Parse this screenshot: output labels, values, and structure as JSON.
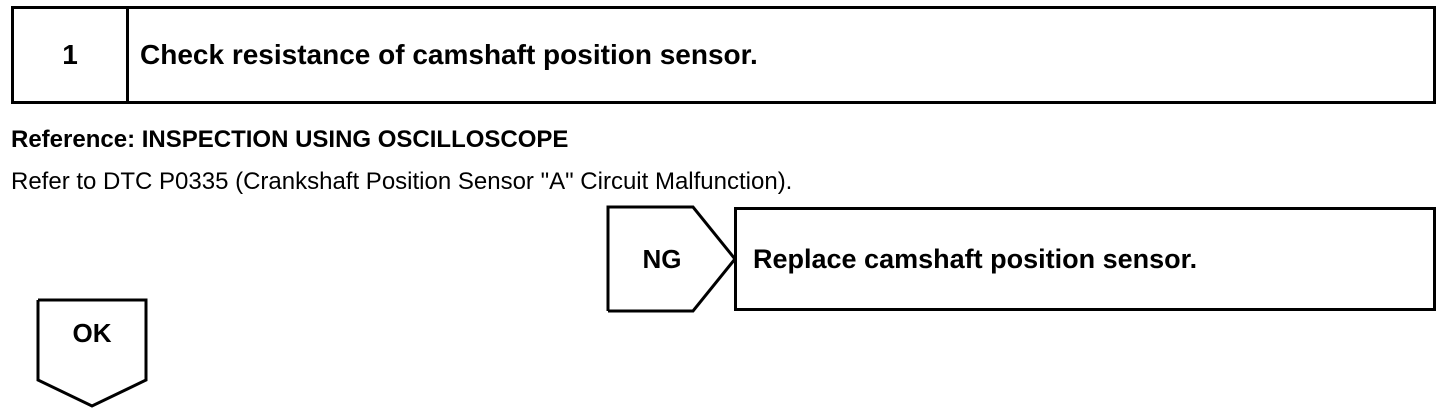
{
  "step": {
    "number": "1",
    "title": "Check resistance of camshaft position sensor."
  },
  "reference": {
    "heading": "Reference: INSPECTION USING OSCILLOSCOPE",
    "text": "Refer to DTC P0335 (Crankshaft Position Sensor \"A\" Circuit Malfunction)."
  },
  "ng_branch": {
    "label": "NG",
    "action": "Replace camshaft position sensor."
  },
  "ok_branch": {
    "label": "OK"
  }
}
